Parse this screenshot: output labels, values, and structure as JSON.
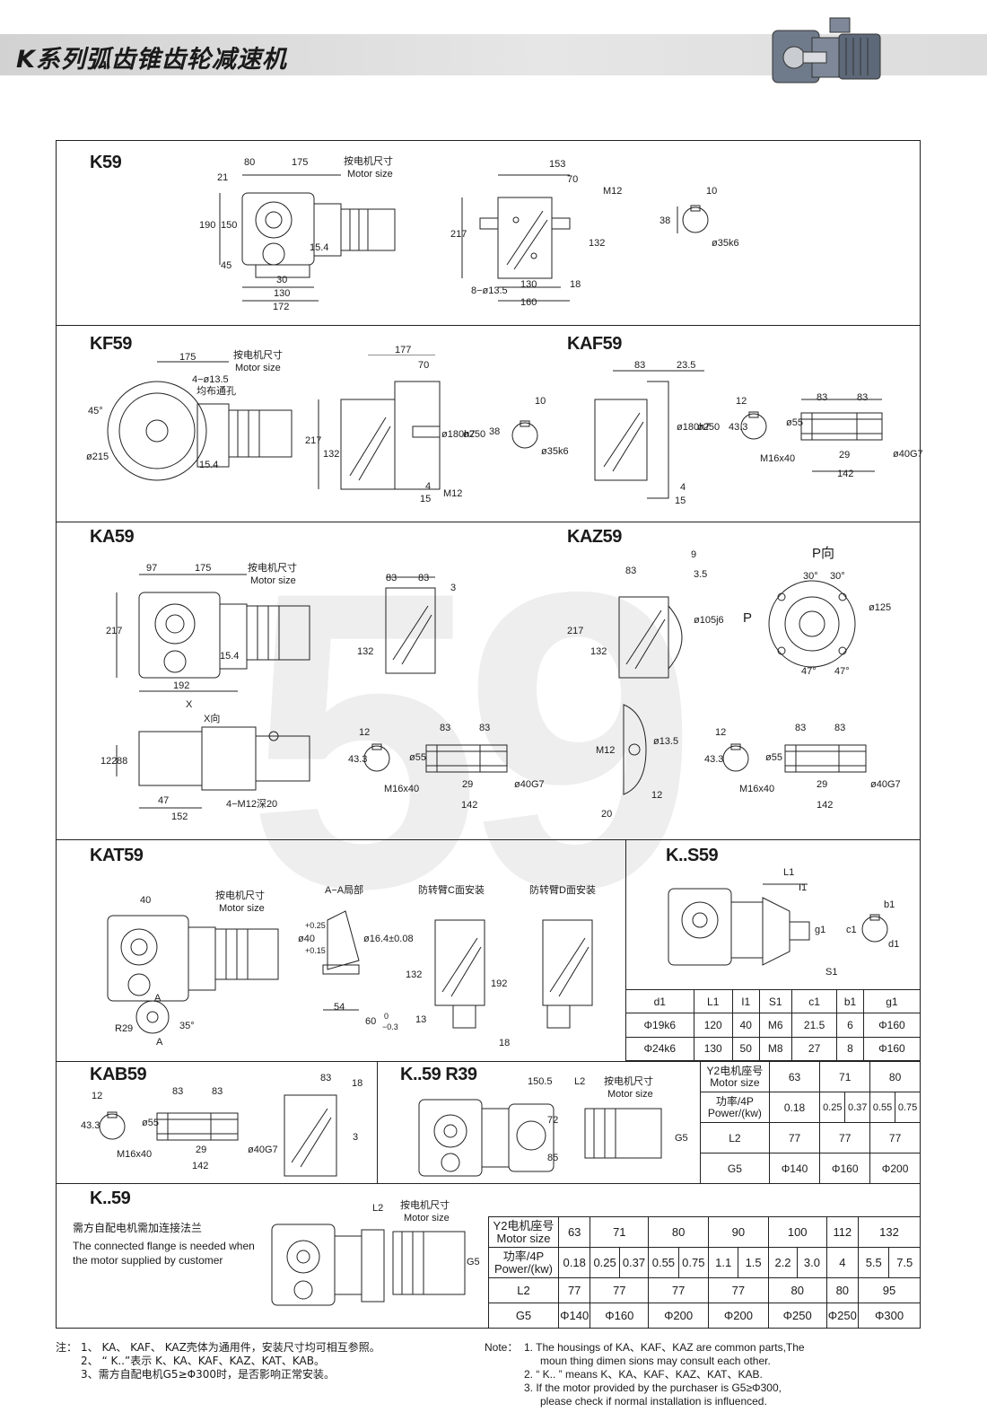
{
  "header": {
    "title": "K系列弧齿锥齿轮减速机"
  },
  "watermark": "59",
  "common": {
    "motor_size_cn": "按电机尺寸",
    "motor_size_en": "Motor size"
  },
  "sections": {
    "k59": {
      "title": "K59",
      "dims": {
        "d80": "80",
        "d175": "175",
        "d21": "21",
        "d190": "190",
        "d150": "150",
        "d45": "45",
        "d154": "15.4",
        "d30": "30",
        "d130": "130",
        "d172": "172",
        "d153": "153",
        "d70": "70",
        "m12": "M12",
        "d217": "217",
        "d132": "132",
        "d8135": "8−ø13.5",
        "d130b": "130",
        "d18": "18",
        "d160": "160",
        "d10": "10",
        "d38": "38",
        "shaft": "ø35k6"
      }
    },
    "kf59": {
      "title": "KF59",
      "dims": {
        "d175": "175",
        "holes": "4−ø13.5",
        "holes_cn": "均布通孔",
        "d45": "45°",
        "d215": "ø215",
        "d154": "15.4",
        "d177": "177",
        "d70": "70",
        "d217": "217",
        "d132": "132",
        "d180": "ø180h7",
        "d250": "ø250",
        "d4": "4",
        "d15": "15",
        "m12": "M12",
        "d10": "10",
        "d38": "38",
        "shaft": "ø35k6"
      }
    },
    "kaf59": {
      "title": "KAF59",
      "dims": {
        "d83": "83",
        "d235": "23.5",
        "d180": "ø180h7",
        "d250": "ø250",
        "d4": "4",
        "d15": "15",
        "d12": "12",
        "d433": "43.3",
        "d55": "ø55",
        "d83a": "83",
        "d83b": "83",
        "m16": "M16x40",
        "d29": "29",
        "d142": "142",
        "d40": "ø40G7"
      }
    },
    "ka59": {
      "title": "KA59",
      "dims": {
        "d97": "97",
        "d175": "175",
        "d217": "217",
        "d154": "15.4",
        "d192": "192",
        "x": "X",
        "d83a": "83",
        "d83b": "83",
        "d3": "3",
        "d132": "132",
        "xview": "X向",
        "d122": "122",
        "d88": "88",
        "d47": "47",
        "d152": "152",
        "m12": "4−M12深20",
        "d12": "12",
        "d433": "43.3",
        "d55": "ø55",
        "d83c": "83",
        "d83d": "83",
        "m16": "M16x40",
        "d29": "29",
        "d142": "142",
        "d40": "ø40G7"
      }
    },
    "kaz59": {
      "title": "KAZ59",
      "dims": {
        "d9": "9",
        "d83": "83",
        "d35": "3.5",
        "d217": "217",
        "d132": "132",
        "d105": "ø105j6",
        "p": "P",
        "pview": "P向",
        "a30a": "30°",
        "a30b": "30°",
        "d125": "ø125",
        "a47a": "47°",
        "a47b": "47°",
        "m12": "M12",
        "d135": "ø13.5",
        "d12": "12",
        "d20": "20",
        "d12b": "12",
        "d433": "43.3",
        "d55": "ø55",
        "d83a": "83",
        "d83b": "83",
        "m16": "M16x40",
        "d29": "29",
        "d142": "142",
        "d40": "ø40G7"
      }
    },
    "kat59": {
      "title": "KAT59",
      "aa": "A−A局部",
      "c_mount": "防转臂C面安装",
      "d_mount": "防转臂D面安装",
      "dims": {
        "d40": "40",
        "r29": "R29",
        "a35": "35°",
        "a": "A",
        "a2": "A",
        "d40a": "ø40",
        "tol1": "+0.25",
        "tol2": "+0.15",
        "d164": "ø16.4±0.08",
        "d54": "54",
        "d60": "60",
        "tol3": "0",
        "tol4": "−0.3",
        "d132": "132",
        "d13": "13",
        "d192": "192",
        "d18": "18"
      }
    },
    "ks59": {
      "title": "K..S59",
      "dims": {
        "l1": "L1",
        "i1": "I1",
        "g1": "g1",
        "s1": "S1",
        "b1": "b1",
        "c1": "c1",
        "d1": "d1"
      },
      "table": {
        "headers": [
          "d1",
          "L1",
          "I1",
          "S1",
          "c1",
          "b1",
          "g1"
        ],
        "rows": [
          [
            "Φ19k6",
            "120",
            "40",
            "M6",
            "21.5",
            "6",
            "Φ160"
          ],
          [
            "Φ24k6",
            "130",
            "50",
            "M8",
            "27",
            "8",
            "Φ160"
          ]
        ]
      }
    },
    "kab59": {
      "title": "KAB59",
      "dims": {
        "d12": "12",
        "d433": "43.3",
        "d55": "ø55",
        "d83a": "83",
        "d83b": "83",
        "m16": "M16x40",
        "d29": "29",
        "d142": "142",
        "d40": "ø40G7",
        "d83": "83",
        "d18": "18",
        "d3": "3"
      }
    },
    "kr39": {
      "title": "K..59  R39",
      "dims": {
        "d150": "150.5",
        "l2": "L2",
        "d72": "72",
        "d85": "85",
        "g5": "G5"
      },
      "table": {
        "row1_label": "Y2电机座号\nMotor size",
        "row1": [
          "63",
          "71",
          "80"
        ],
        "row2_label": "功率/4P\nPower/(kw)",
        "row2": [
          "0.18",
          "0.25",
          "0.37",
          "0.55",
          "0.75"
        ],
        "row3_label": "L2",
        "row3": [
          "77",
          "77",
          "77"
        ],
        "row4_label": "G5",
        "row4": [
          "Φ140",
          "Φ160",
          "Φ200"
        ]
      }
    },
    "kdot59": {
      "title": "K..59",
      "note_cn": "需方自配电机需加连接法兰",
      "note_en1": "The connected flange is needed when",
      "note_en2": "the motor supplied by customer",
      "dims": {
        "l2": "L2",
        "g5": "G5"
      },
      "table": {
        "row1_label": "Y2电机座号\nMotor size",
        "row1": [
          "63",
          "71",
          "80",
          "90",
          "100",
          "112",
          "132"
        ],
        "row2_label": "功率/4P\nPower/(kw)",
        "row2": [
          "0.18",
          "0.25",
          "0.37",
          "0.55",
          "0.75",
          "1.1",
          "1.5",
          "2.2",
          "3.0",
          "4",
          "5.5",
          "7.5"
        ],
        "row3_label": "L2",
        "row3": [
          "77",
          "77",
          "77",
          "77",
          "80",
          "80",
          "95"
        ],
        "row4_label": "G5",
        "row4": [
          "Φ140",
          "Φ160",
          "Φ200",
          "Φ200",
          "Φ250",
          "Φ250",
          "Φ300"
        ]
      }
    }
  },
  "footnotes": {
    "cn_head": "注：",
    "cn1": "1、 KA、 KAF、 KAZ壳体为通用件，安装尺寸均可相互参照。",
    "cn2": "2、 “ K..”表示 K、KA、KAF、KAZ、KAT、KAB。",
    "cn3": "3、需方自配电机G5≥Φ300时，是否影响正常安装。",
    "en_head": "Note：",
    "en1a": "1.  The housings of KA、KAF、KAZ are common parts,The",
    "en1b": "moun thing dimen sions may consult each other.",
    "en2": "2. “ K.. ” means K、KA、KAF、KAZ、KAT、KAB.",
    "en3a": "3.  If the motor provided by the purchaser is G5≥Φ300,",
    "en3b": "please check if normal installation is influenced."
  }
}
